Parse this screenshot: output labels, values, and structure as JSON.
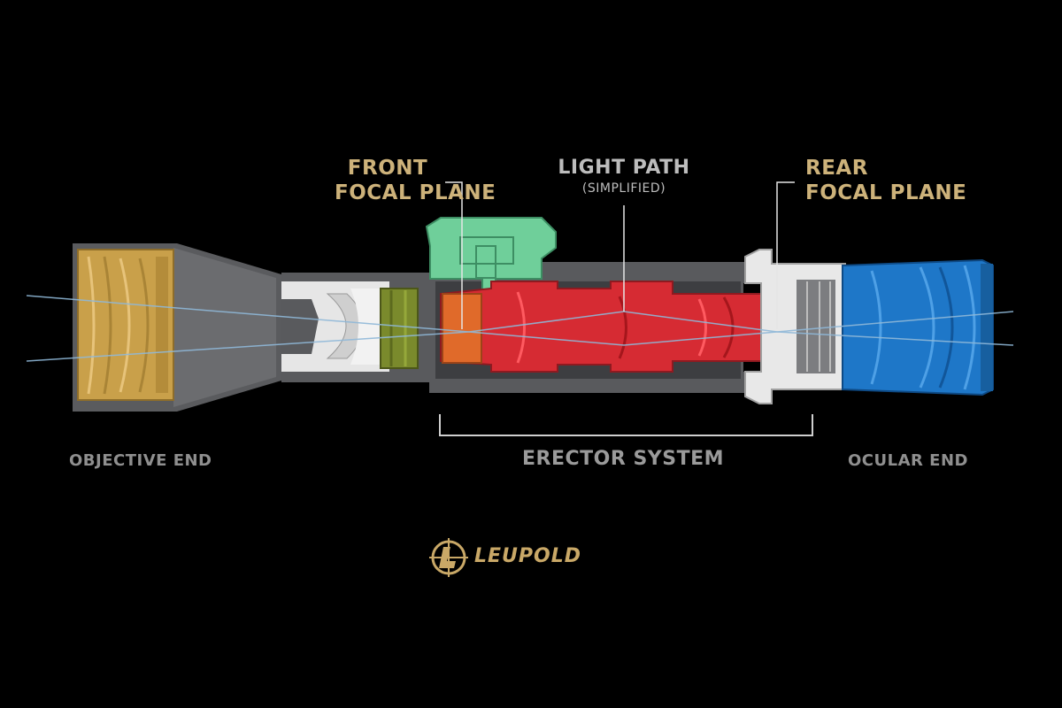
{
  "labels": {
    "front_focal_plane": [
      "FRONT",
      "FOCAL PLANE"
    ],
    "light_path": "LIGHT PATH",
    "light_path_note": "(SIMPLIFIED)",
    "rear_focal_plane": [
      "REAR",
      "FOCAL PLANE"
    ],
    "objective_end": "OBJECTIVE END",
    "erector_system": "ERECTOR SYSTEM",
    "ocular_end": "OCULAR END"
  },
  "brand": {
    "name": "LEUPOLD"
  },
  "colors": {
    "background": "#000000",
    "scope_body": "#5f6063",
    "objective_lens": "#c9a04a",
    "front_focal_plane": "#e06a2a",
    "erector": "#d62b33",
    "turret": "#6fcf9a",
    "ocular_lens": "#1e77c8",
    "relay_lens": "#7a8a2c",
    "label_gold": "#cdb27a",
    "label_grey": "#8f8f8f",
    "light_ray": "#8fb8d8"
  }
}
